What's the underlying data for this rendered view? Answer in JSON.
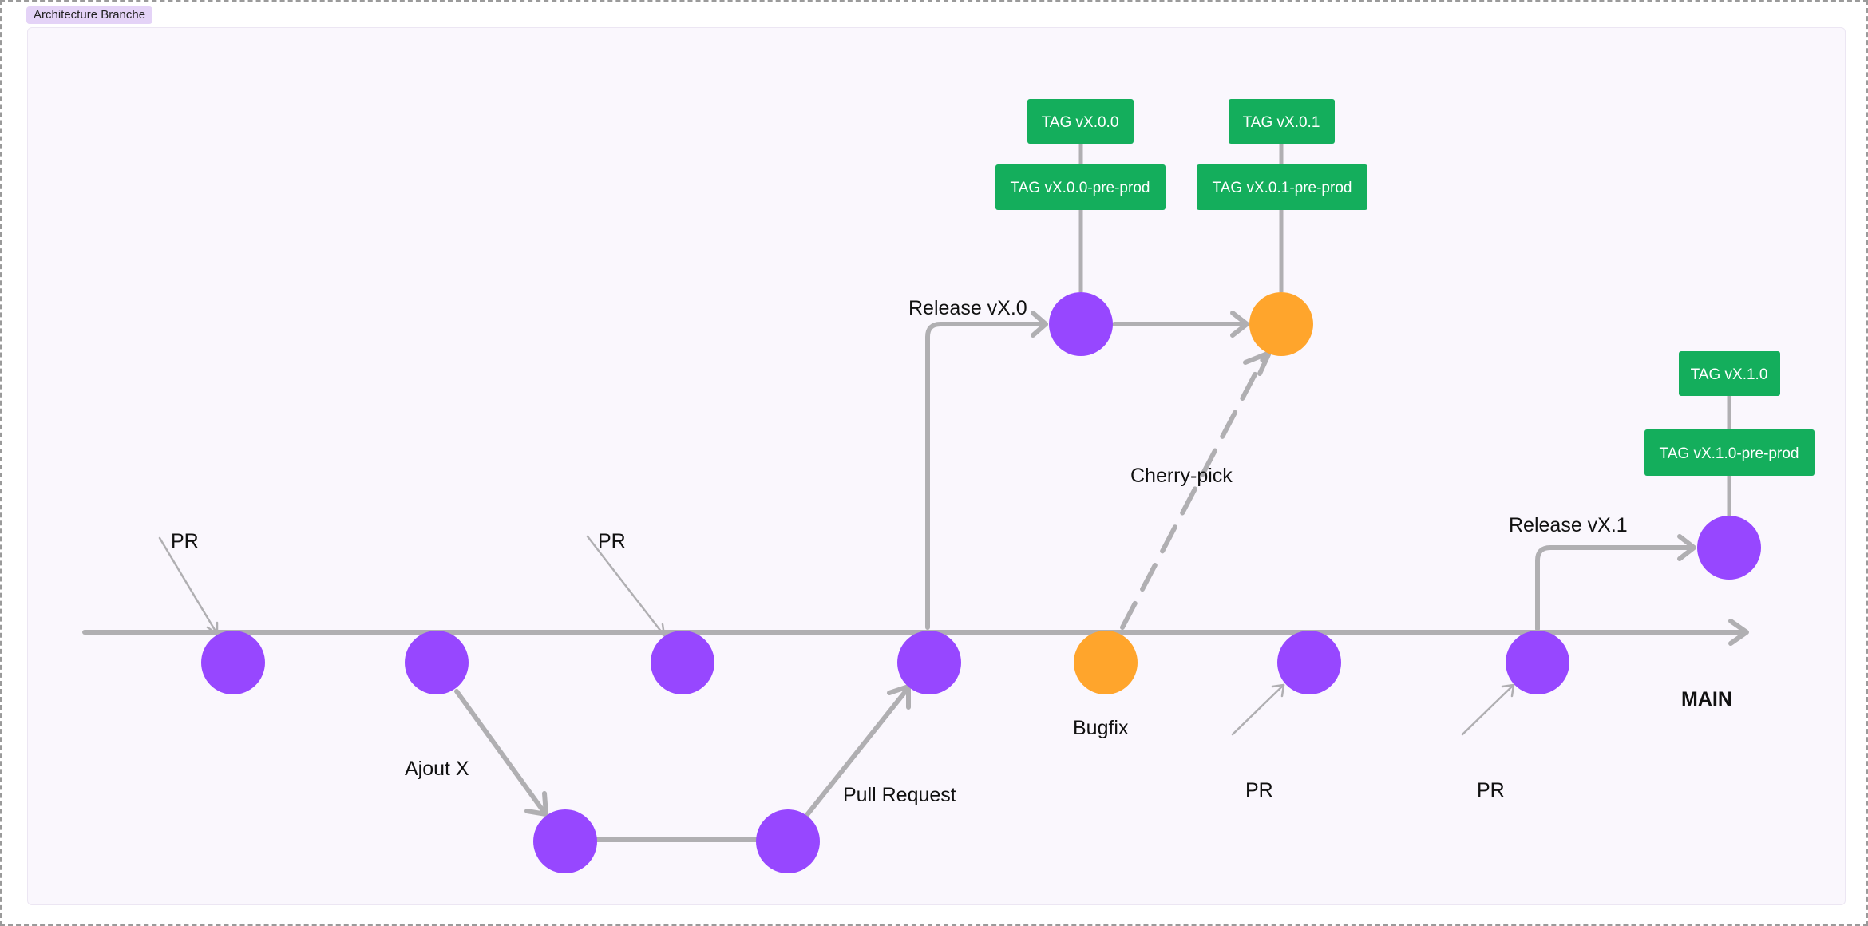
{
  "frame": {
    "label": "Architecture Branche"
  },
  "colors": {
    "line": "#b0afb2",
    "commit": "#9747ff",
    "bugfix": "#ffa52c",
    "tag_bg": "#14ae5c",
    "tag_text": "#ffffff"
  },
  "labels": {
    "pr_1": "PR",
    "pr_2": "PR",
    "pr_3": "PR",
    "pr_4": "PR",
    "ajout": "Ajout X",
    "pull_request": "Pull Request",
    "release_v0": "Release vX.0",
    "release_v1": "Release vX.1",
    "cherry_pick": "Cherry-pick",
    "bugfix": "Bugfix",
    "main": "MAIN"
  },
  "tags": {
    "v000": "TAG vX.0.0",
    "v000_pre": "TAG vX.0.0-pre-prod",
    "v001": "TAG vX.0.1",
    "v001_pre": "TAG vX.0.1-pre-prod",
    "v100": "TAG vX.1.0",
    "v100_pre": "TAG vX.1.0-pre-prod"
  }
}
